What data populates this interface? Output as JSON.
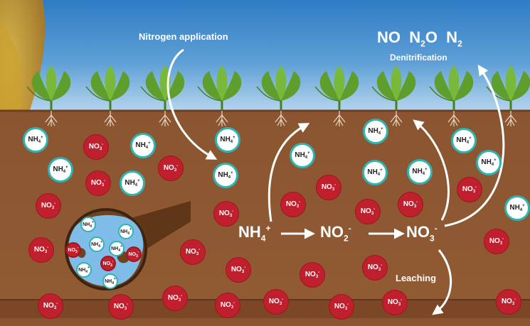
{
  "labels": {
    "nitrogen_application": "Nitrogen application",
    "gases": {
      "no": "NO",
      "n2o_base": "N",
      "n2o_sub": "2",
      "n2o_tail": "O",
      "n2_base": "N",
      "n2_sub": "2"
    },
    "denitrification": "Denitrification",
    "leaching": "Leaching"
  },
  "chain": {
    "nh4_base": "NH",
    "nh4_sub": "4",
    "nh4_sup": "+",
    "no2_base": "NO",
    "no2_sub": "2",
    "no2_sup": "-",
    "no3_base": "NO",
    "no3_sub": "3",
    "no3_sup": "-"
  },
  "ions": {
    "nh4": {
      "base": "NH",
      "sub": "4",
      "sup": "+"
    },
    "no3": {
      "base": "NO",
      "sub": "3",
      "sup": "-"
    }
  },
  "colors": {
    "sky": "#3d86c8",
    "soil": "#8b5630",
    "nh4_ring": "#2fb3b3",
    "no3_fill": "#c0202e",
    "plant": "#5e9e2c",
    "arrow": "#ffffff"
  }
}
